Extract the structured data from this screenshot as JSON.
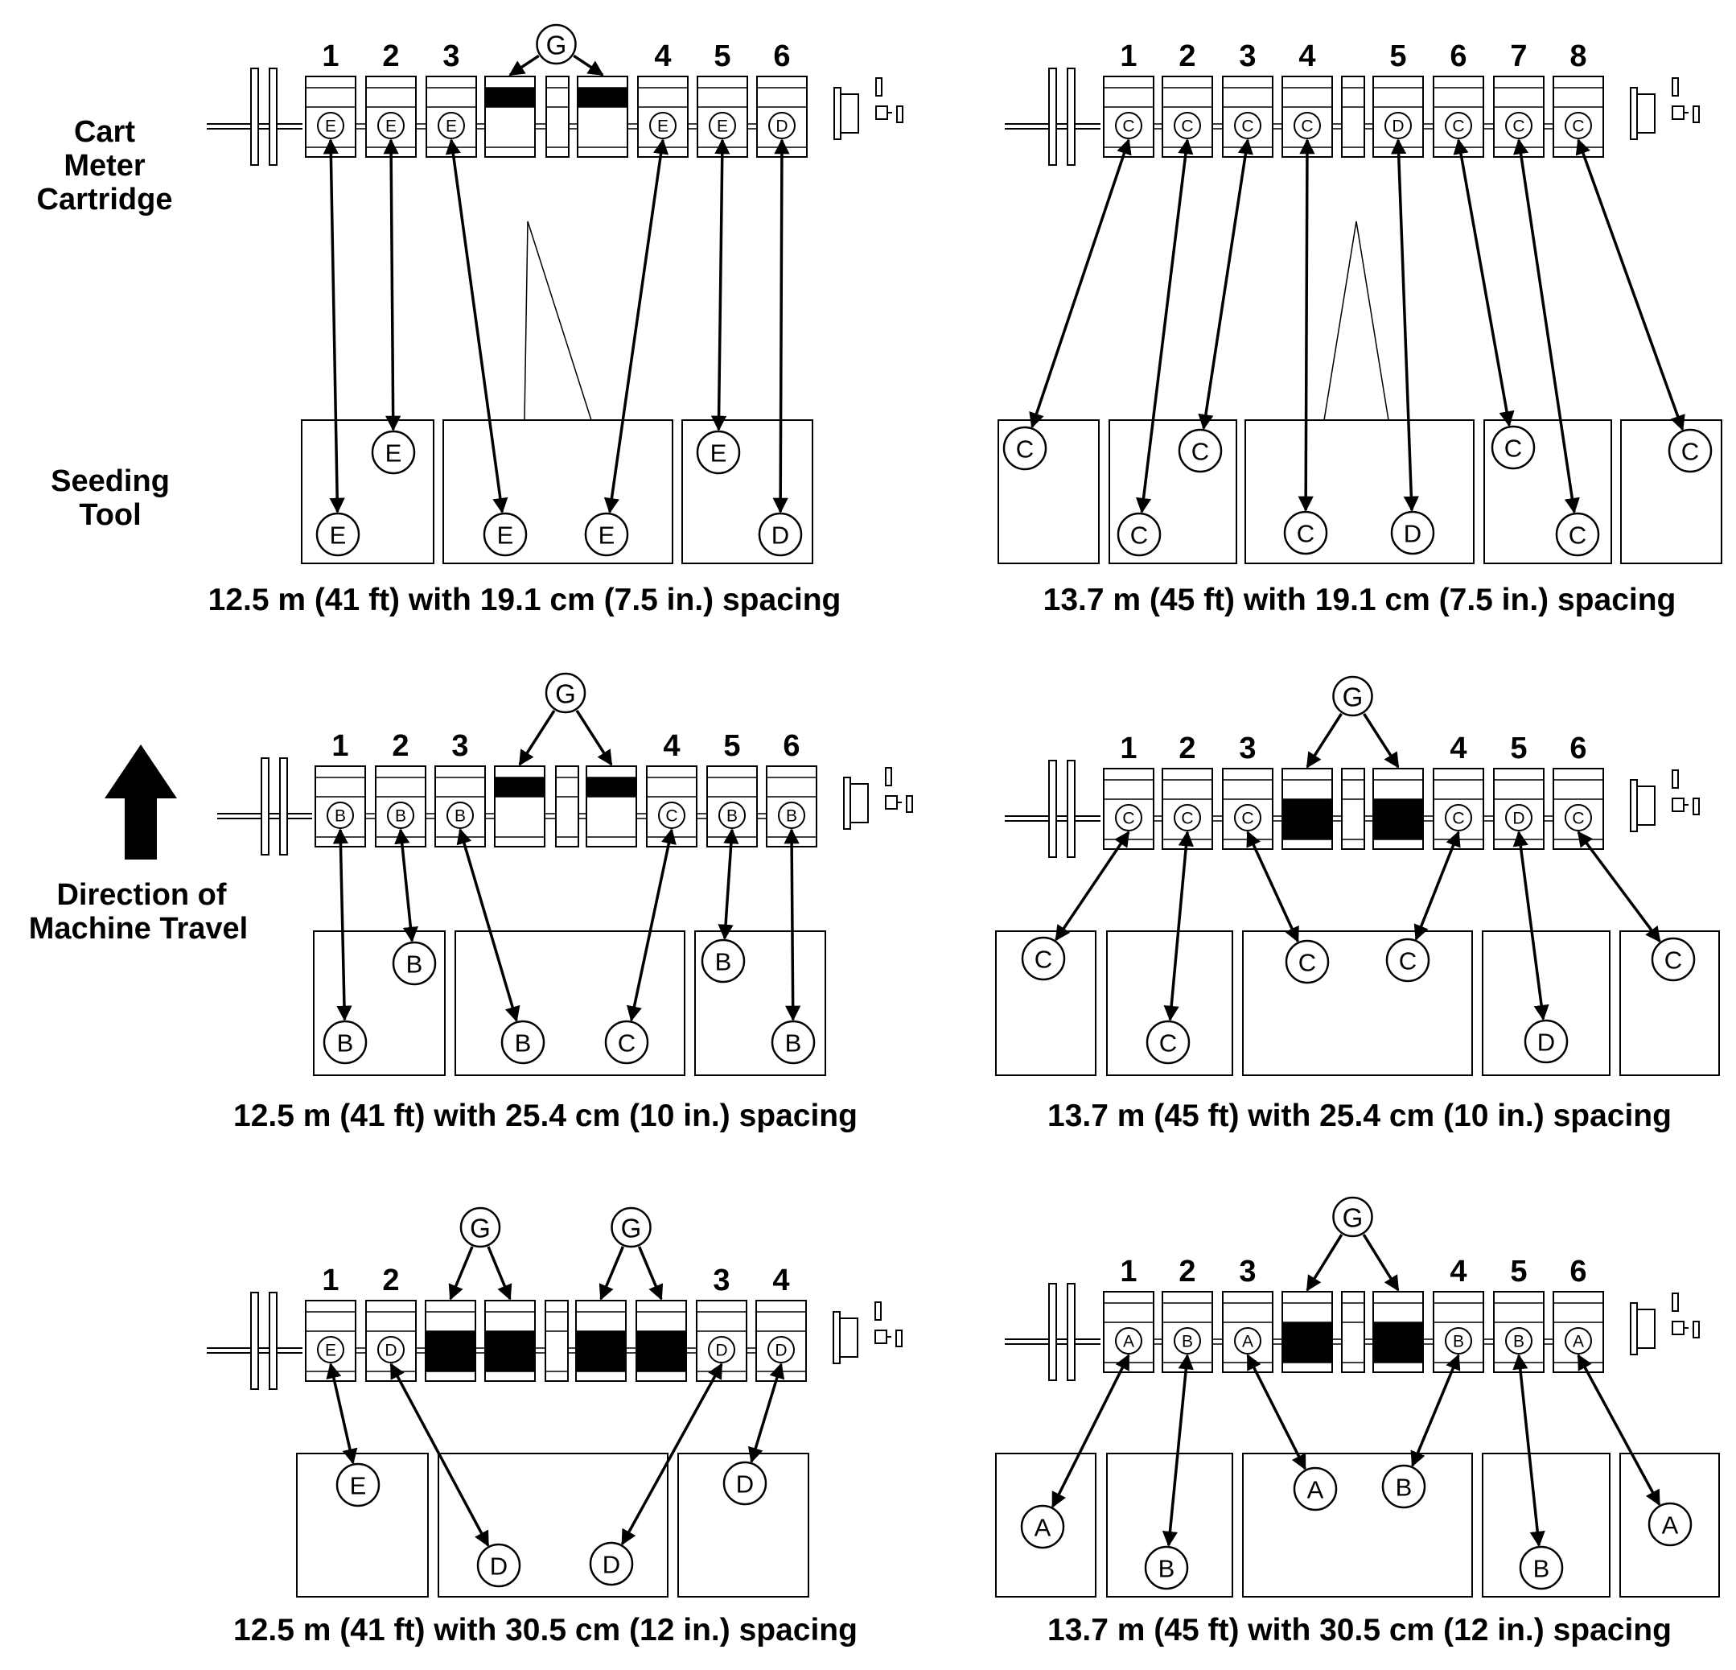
{
  "labels": {
    "cart_meter_cartridge": [
      "Cart",
      "Meter",
      "Cartridge"
    ],
    "seeding_tool": [
      "Seeding",
      "Tool"
    ],
    "direction": [
      "Direction of",
      "Machine Travel"
    ]
  },
  "panels": [
    {
      "caption": "12.5 m (41 ft) with 19.1 cm (7.5 in.) spacing",
      "meters": [
        {
          "num": "1",
          "letter": "E"
        },
        {
          "num": "2",
          "letter": "E"
        },
        {
          "num": "3",
          "letter": "E"
        },
        {
          "blank": "partial"
        },
        {
          "blank": "spacer"
        },
        {
          "blank": "partial"
        },
        {
          "num": "4",
          "letter": "E"
        },
        {
          "num": "5",
          "letter": "E"
        },
        {
          "num": "6",
          "letter": "D"
        }
      ],
      "g_labels": [
        "G"
      ],
      "sections": [
        {
          "circles": [
            "E",
            "E"
          ]
        },
        {
          "circles": [
            "E",
            "E"
          ]
        },
        {
          "circles": [
            "E",
            "D"
          ]
        }
      ]
    },
    {
      "caption": "13.7 m (45 ft) with 19.1 cm (7.5 in.) spacing",
      "meters": [
        {
          "num": "1",
          "letter": "C"
        },
        {
          "num": "2",
          "letter": "C"
        },
        {
          "num": "3",
          "letter": "C"
        },
        {
          "num": "4",
          "letter": "C"
        },
        {
          "blank": "spacer"
        },
        {
          "num": "5",
          "letter": "D"
        },
        {
          "num": "6",
          "letter": "C"
        },
        {
          "num": "7",
          "letter": "C"
        },
        {
          "num": "8",
          "letter": "C"
        }
      ],
      "g_labels": [],
      "sections": [
        {
          "circles": [
            "C"
          ]
        },
        {
          "circles": [
            "C",
            "C"
          ]
        },
        {
          "circles": [
            "C",
            "D"
          ]
        },
        {
          "circles": [
            "C",
            "C"
          ]
        },
        {
          "circles": [
            "C"
          ]
        }
      ]
    },
    {
      "caption": "12.5 m (41 ft) with 25.4 cm (10 in.) spacing",
      "meters": [
        {
          "num": "1",
          "letter": "B"
        },
        {
          "num": "2",
          "letter": "B"
        },
        {
          "num": "3",
          "letter": "B"
        },
        {
          "blank": "partial"
        },
        {
          "blank": "spacer"
        },
        {
          "blank": "partial"
        },
        {
          "num": "4",
          "letter": "C"
        },
        {
          "num": "5",
          "letter": "B"
        },
        {
          "num": "6",
          "letter": "B"
        }
      ],
      "g_labels": [
        "G"
      ],
      "sections": [
        {
          "circles": [
            "B",
            "B"
          ]
        },
        {
          "circles": [
            "B",
            "C"
          ]
        },
        {
          "circles": [
            "B",
            "B"
          ]
        }
      ]
    },
    {
      "caption": "13.7 m (45 ft) with 25.4 cm (10 in.) spacing",
      "meters": [
        {
          "num": "1",
          "letter": "C"
        },
        {
          "num": "2",
          "letter": "C"
        },
        {
          "num": "3",
          "letter": "C"
        },
        {
          "blank": "full"
        },
        {
          "blank": "spacer"
        },
        {
          "blank": "full"
        },
        {
          "num": "4",
          "letter": "C"
        },
        {
          "num": "5",
          "letter": "D"
        },
        {
          "num": "6",
          "letter": "C"
        }
      ],
      "g_labels": [
        "G"
      ],
      "sections": [
        {
          "circles": [
            "C"
          ]
        },
        {
          "circles": [
            "C"
          ]
        },
        {
          "circles": [
            "C",
            "C"
          ]
        },
        {
          "circles": [
            "D"
          ]
        },
        {
          "circles": [
            "C"
          ]
        }
      ]
    },
    {
      "caption": "12.5 m (41 ft) with 30.5 cm (12 in.) spacing",
      "meters": [
        {
          "num": "1",
          "letter": "E"
        },
        {
          "num": "2",
          "letter": "D"
        },
        {
          "blank": "full"
        },
        {
          "blank": "full"
        },
        {
          "blank": "spacer"
        },
        {
          "blank": "full"
        },
        {
          "blank": "full"
        },
        {
          "num": "3",
          "letter": "D"
        },
        {
          "num": "4",
          "letter": "D"
        }
      ],
      "g_labels": [
        "G",
        "G"
      ],
      "sections": [
        {
          "circles": [
            "E"
          ]
        },
        {
          "circles": [
            "D",
            "D"
          ]
        },
        {
          "circles": [
            "D"
          ]
        }
      ]
    },
    {
      "caption": "13.7 m (45 ft) with 30.5 cm (12 in.) spacing",
      "meters": [
        {
          "num": "1",
          "letter": "A"
        },
        {
          "num": "2",
          "letter": "B"
        },
        {
          "num": "3",
          "letter": "A"
        },
        {
          "blank": "full"
        },
        {
          "blank": "spacer"
        },
        {
          "blank": "full"
        },
        {
          "num": "4",
          "letter": "B"
        },
        {
          "num": "5",
          "letter": "B"
        },
        {
          "num": "6",
          "letter": "A"
        }
      ],
      "g_labels": [
        "G"
      ],
      "sections": [
        {
          "circles": [
            "A"
          ]
        },
        {
          "circles": [
            "B"
          ]
        },
        {
          "circles": [
            "A",
            "B"
          ]
        },
        {
          "circles": [
            "B"
          ]
        },
        {
          "circles": [
            "A"
          ]
        }
      ]
    }
  ]
}
